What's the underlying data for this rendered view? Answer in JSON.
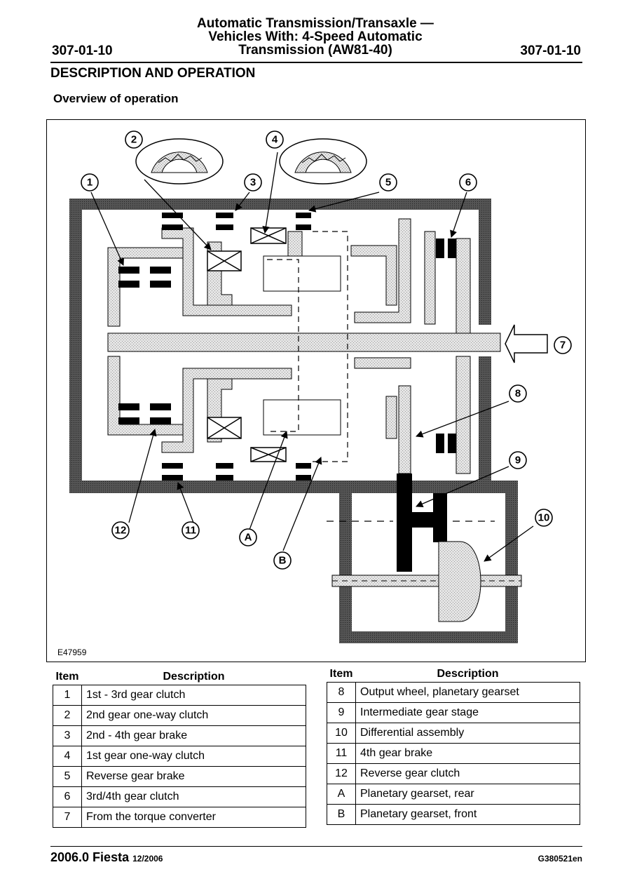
{
  "header": {
    "title_lines": [
      "Automatic Transmission/Transaxle —",
      "Vehicles With: 4-Speed Automatic",
      "Transmission (AW81-40)"
    ],
    "code_left": "307-01-10",
    "code_right": "307-01-10"
  },
  "section_title": "DESCRIPTION AND OPERATION",
  "subsection_title": "Overview of operation",
  "figure": {
    "id": "E47959",
    "callouts": [
      "1",
      "2",
      "3",
      "4",
      "5",
      "6",
      "7",
      "8",
      "9",
      "10",
      "11",
      "12",
      "A",
      "B"
    ]
  },
  "legend": {
    "col_item": "Item",
    "col_desc": "Description",
    "left": [
      {
        "item": "1",
        "desc": "1st - 3rd gear clutch"
      },
      {
        "item": "2",
        "desc": "2nd gear one-way clutch"
      },
      {
        "item": "3",
        "desc": "2nd - 4th gear brake"
      },
      {
        "item": "4",
        "desc": "1st gear one-way clutch"
      },
      {
        "item": "5",
        "desc": "Reverse gear brake"
      },
      {
        "item": "6",
        "desc": "3rd/4th gear clutch"
      },
      {
        "item": "7",
        "desc": "From the torque converter"
      }
    ],
    "right": [
      {
        "item": "8",
        "desc": "Output wheel, planetary gearset"
      },
      {
        "item": "9",
        "desc": "Intermediate gear stage"
      },
      {
        "item": "10",
        "desc": "Differential assembly"
      },
      {
        "item": "11",
        "desc": "4th gear brake"
      },
      {
        "item": "12",
        "desc": "Reverse gear clutch"
      },
      {
        "item": "A",
        "desc": "Planetary gearset, rear"
      },
      {
        "item": "B",
        "desc": "Planetary gearset, front"
      }
    ]
  },
  "footer": {
    "model": "2006.0 Fiesta",
    "date": "12/2006",
    "ref": "G380521en"
  }
}
